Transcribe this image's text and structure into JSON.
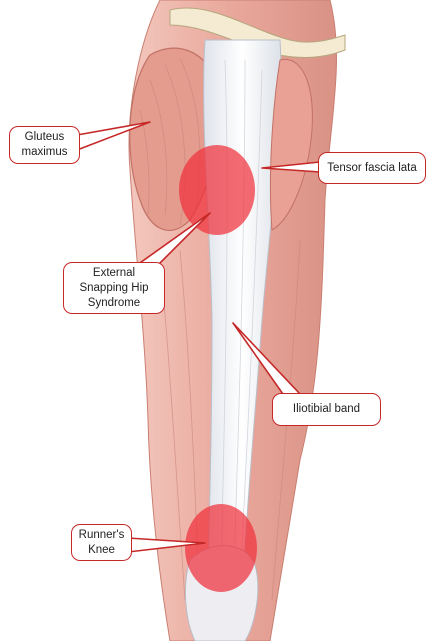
{
  "diagram": {
    "labels": {
      "gluteus_maximus": "Gluteus\nmaximus",
      "tensor_fascia_lata": "Tensor fascia lata",
      "external_snapping_hip": "External\nSnapping Hip\nSyndrome",
      "iliotibial_band": "Iliotibial band",
      "runners_knee": "Runner's\nKnee"
    },
    "colors": {
      "muscle": "#e9a79b",
      "muscle_dark": "#d9897c",
      "tendon": "#f2f3f6",
      "highlight": "#f0303c",
      "callout_border": "#c62828"
    }
  }
}
